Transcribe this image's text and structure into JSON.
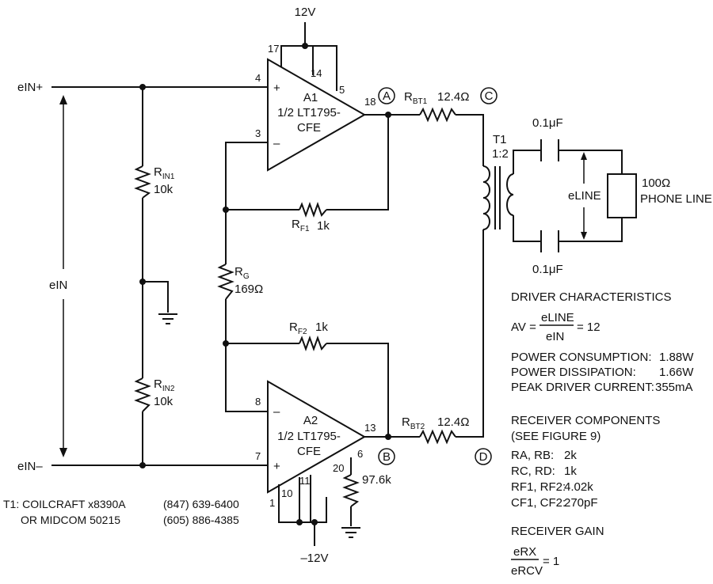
{
  "supplies": {
    "vpos": "12V",
    "vneg": "–12V"
  },
  "inputs": {
    "ein_plus": "eIN+",
    "ein_minus": "eIN–",
    "ein": "eIN"
  },
  "amps": {
    "a1": {
      "name": "A1",
      "line1": "1/2 LT1795-",
      "line2": "CFE",
      "plus": "+",
      "minus": "–"
    },
    "a2": {
      "name": "A2",
      "line1": "1/2 LT1795-",
      "line2": "CFE",
      "plus": "+",
      "minus": "–"
    }
  },
  "pins": {
    "p17": "17",
    "p14": "14",
    "p5": "5",
    "p4": "4",
    "p18": "18",
    "p3": "3",
    "p8": "8",
    "p13": "13",
    "p7": "7",
    "p6": "6",
    "p20": "20",
    "p1": "1",
    "p10": "10",
    "p11": "11"
  },
  "nodes": {
    "a": "A",
    "b": "B",
    "c": "C",
    "d": "D"
  },
  "resistors": {
    "rin1": {
      "name": "R",
      "sub": "IN1",
      "value": "10k"
    },
    "rin2": {
      "name": "R",
      "sub": "IN2",
      "value": "10k"
    },
    "rg": {
      "name": "R",
      "sub": "G",
      "value": "169Ω"
    },
    "rf1": {
      "name": "R",
      "sub": "F1",
      "value": "1k"
    },
    "rf2": {
      "name": "R",
      "sub": "F2",
      "value": "1k"
    },
    "rbt1": {
      "name": "R",
      "sub": "BT1",
      "value": "12.4Ω"
    },
    "rbt2": {
      "name": "R",
      "sub": "BT2",
      "value": "12.4Ω"
    },
    "r976": {
      "value": "97.6k"
    }
  },
  "transformer": {
    "name": "T1",
    "ratio": "1:2"
  },
  "caps": {
    "c1": "0.1μF",
    "c2": "0.1μF"
  },
  "line": {
    "eline": "eLINE",
    "load": "100Ω",
    "load2": "PHONE LINE"
  },
  "notes": {
    "t1_line1": "T1: COILCRAFT x8390A",
    "t1_line2": "OR MIDCOM 50215",
    "phone1": "(847) 639-6400",
    "phone2": "(605) 886-4385"
  },
  "driver": {
    "heading": "DRIVER CHARACTERISTICS",
    "av_lhs": "AV =",
    "av_num": "eLINE",
    "av_den": "eIN",
    "av_rhs": "= 12",
    "rows": [
      {
        "label": "POWER CONSUMPTION:",
        "value": "1.88W"
      },
      {
        "label": "POWER DISSIPATION:",
        "value": "1.66W"
      },
      {
        "label": "PEAK DRIVER CURRENT:",
        "value": "355mA"
      }
    ]
  },
  "receiver": {
    "heading": "RECEIVER COMPONENTS",
    "ref": "(SEE FIGURE 9)",
    "rows": [
      {
        "label": "RA, RB:",
        "value": "2k"
      },
      {
        "label": "RC, RD:",
        "value": "1k"
      },
      {
        "label": "RF1, RF2:",
        "value": "4.02k"
      },
      {
        "label": "CF1, CF2:",
        "value": "270pF"
      }
    ],
    "gain_heading": "RECEIVER GAIN",
    "gain_num": "eRX",
    "gain_den": "eRCV",
    "gain_rhs": "= 1"
  }
}
